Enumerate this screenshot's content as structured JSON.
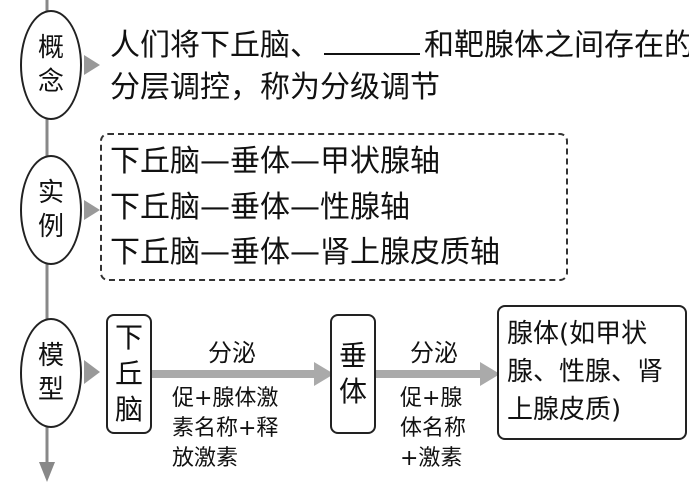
{
  "labels": {
    "concept_1": "概",
    "concept_2": "念",
    "example_1": "实",
    "example_2": "例",
    "model_1": "模",
    "model_2": "型"
  },
  "concept": {
    "line1_before": "人们将下丘脑、",
    "line1_after": "和靶腺体之间存在的",
    "line2": "分层调控，称为分级调节"
  },
  "examples": [
    "下丘脑—垂体—甲状腺轴",
    "下丘脑—垂体—性腺轴",
    "下丘脑—垂体—肾上腺皮质轴"
  ],
  "model": {
    "box1": [
      "下",
      "丘",
      "脑"
    ],
    "box2": [
      "垂",
      "体"
    ],
    "box3": [
      "腺体(如甲状",
      "腺、性腺、肾",
      "上腺皮质)"
    ],
    "arrow1_label": "分泌",
    "arrow1_desc": [
      "促+腺体激",
      "素名称+释",
      "放激素"
    ],
    "arrow2_label": "分泌",
    "arrow2_desc": [
      "促+腺",
      "体名称",
      "+激素"
    ]
  }
}
